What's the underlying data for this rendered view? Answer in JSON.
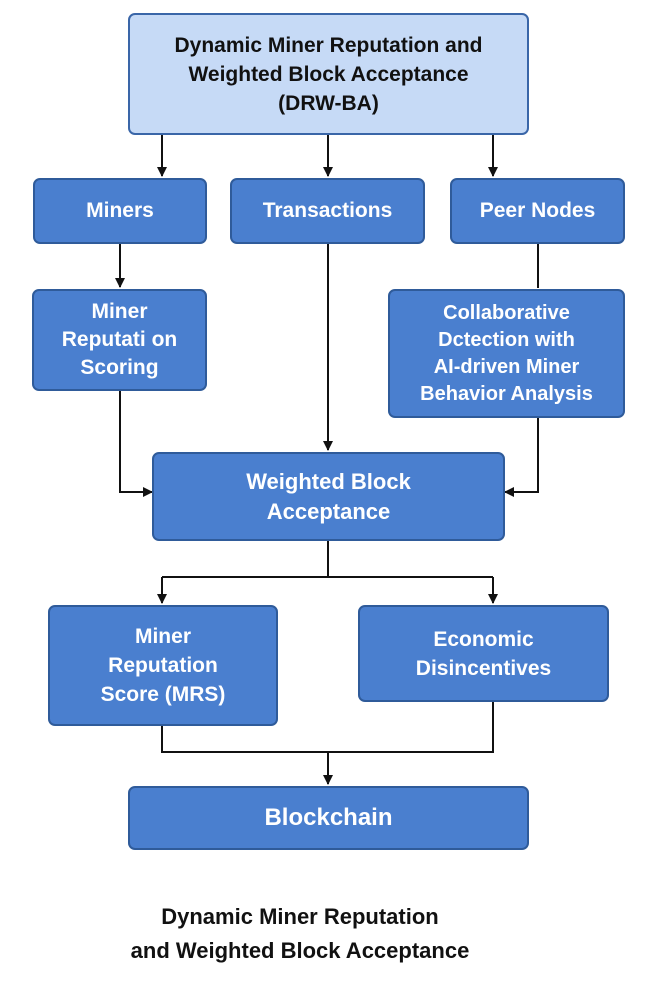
{
  "diagram": {
    "title_box": "Dynamic Miner Reputation and\nWeighted Block Acceptance\n(DRW-BA)",
    "miners": "Miners",
    "transactions": "Transactions",
    "peer_nodes": "Peer Nodes",
    "miner_reputation_scoring": "Miner\nReputati on\nScoring",
    "collaborative_detection": "Collaborative\nDctection with\nAI-driven Miner\nBehavior Analysis",
    "weighted_block_acceptance": "Weighted Block\nAcceptance",
    "miner_reputation_score": "Miner\nReputation\nScore (MRS)",
    "economic_disincentives": "Economic\nDisincentives",
    "blockchain": "Blockchain"
  },
  "caption": "Dynamic Miner Reputation\nand Weighted Block Acceptance",
  "colors": {
    "box_fill": "#4a7fcf",
    "box_border": "#2f5b9a",
    "title_fill": "#c6daf6",
    "line": "#111111"
  }
}
